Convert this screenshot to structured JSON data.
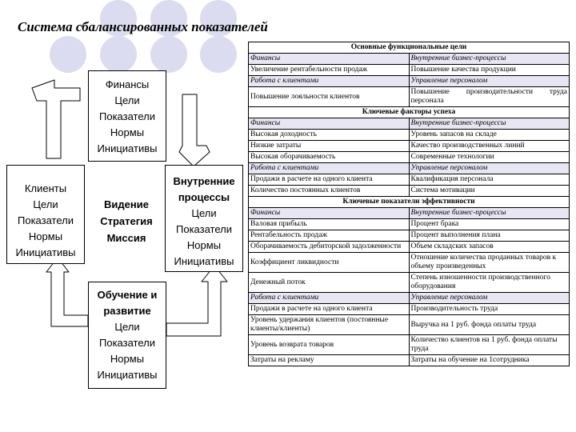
{
  "title": "Система сбалансированных показателей",
  "boxes": {
    "finance": {
      "heading": "Финансы",
      "items": [
        "Цели",
        "Показатели",
        "Нормы",
        "Инициативы"
      ]
    },
    "clients": {
      "heading": "Клиенты",
      "items": [
        "Цели",
        "Показатели",
        "Нормы",
        "Инициативы"
      ]
    },
    "vision": {
      "items": [
        "Видение",
        "Стратегия",
        "Миссия"
      ]
    },
    "internal": {
      "heading_1": "Внутренние",
      "heading_2": "процессы",
      "items": [
        "Цели",
        "Показатели",
        "Нормы",
        "Инициативы"
      ]
    },
    "learning": {
      "heading_1": "Обучение и",
      "heading_2": "развитие",
      "items": [
        "Цели",
        "Показатели",
        "Нормы",
        "Инициативы"
      ]
    }
  },
  "table": {
    "section1": "Основные функциональные цели",
    "s1_cat1": [
      "Финансы",
      "Внутренние бизнес-процессы"
    ],
    "s1_row1": [
      "Увеличение рентабельности продаж",
      "Повышение качества продукции"
    ],
    "s1_cat2": [
      "Работа с клиентами",
      "Управление персоналом"
    ],
    "s1_row2": [
      "Повышение лояльности клиентов",
      "Повышение производительности труда персонала"
    ],
    "section2": "Ключевые факторы успеха",
    "s2_cat1": [
      "Финансы",
      "Внутренние бизнес-процессы"
    ],
    "s2_rows": [
      [
        "Высокая доходность",
        "Уровень запасов на складе"
      ],
      [
        "Низкие затраты",
        "Качество производственных линий"
      ],
      [
        "Высокая оборачиваемость",
        "Современные технологии"
      ]
    ],
    "s2_cat2": [
      "Работа с клиентами",
      "Управление персоналом"
    ],
    "s2_rows2": [
      [
        "Продажи в расчете на одного клиента",
        "Квалификация персонала"
      ],
      [
        "Количество постоянных клиентов",
        "Система мотивации"
      ]
    ],
    "section3": "Ключевые показатели эффективности",
    "s3_cat1": [
      "Финансы",
      "Внутренние бизнес-процессы"
    ],
    "s3_rows": [
      [
        "Валовая прибыль",
        "Процент брака"
      ],
      [
        "Рентабельность продаж",
        "Процент выполнения плана"
      ],
      [
        "Оборачиваемость дебиторской задолженности",
        "Объем складских запасов"
      ],
      [
        "Коэффициент ликвидности",
        "Отношение количества проданных товаров к объему произведенных"
      ],
      [
        "Денежный поток",
        "Степень изношенности производственного оборудования"
      ]
    ],
    "s3_cat2": [
      "Работа с клиентами",
      "Управление персоналом"
    ],
    "s3_rows2": [
      [
        "Продажи в расчете на одного клиента",
        "Производительность труда"
      ],
      [
        "Уровень удержания клиентов (постоянные клиенты/клиенты)",
        "Выручка на 1 руб. фонда оплаты труда"
      ],
      [
        "Уровень возврата товаров",
        "Количество клиентов на 1 руб. фонда оплаты труда"
      ],
      [
        "Затраты на рекламу",
        "Затраты на обучение на 1сотрудника"
      ]
    ]
  }
}
